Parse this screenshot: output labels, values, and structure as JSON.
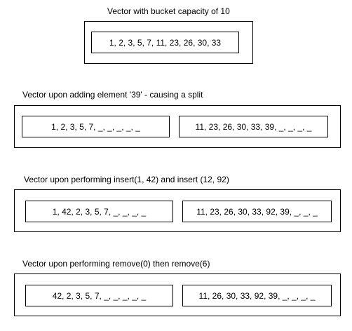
{
  "sections": [
    {
      "title": "Vector with bucket capacity of 10",
      "buckets": [
        "1, 2, 3, 5, 7, 11, 23, 26, 30, 33"
      ]
    },
    {
      "title": "Vector upon adding element '39' - causing a split",
      "buckets": [
        "1, 2, 3, 5, 7, _, _, _, _, _",
        "11, 23, 26, 30, 33, 39, _, _, _, _"
      ]
    },
    {
      "title": "Vector upon performing insert(1, 42) and insert (12, 92)",
      "buckets": [
        "1, 42, 2, 3, 5, 7, _, _, _, _",
        "11, 23, 26, 30, 33, 92, 39, _, _, _"
      ]
    },
    {
      "title": "Vector upon performing remove(0) then remove(6)",
      "buckets": [
        "42, 2, 3, 5, 7, _, _, _, _, _",
        "11, 26, 30, 33, 92, 39, _, _, _, _"
      ]
    }
  ]
}
